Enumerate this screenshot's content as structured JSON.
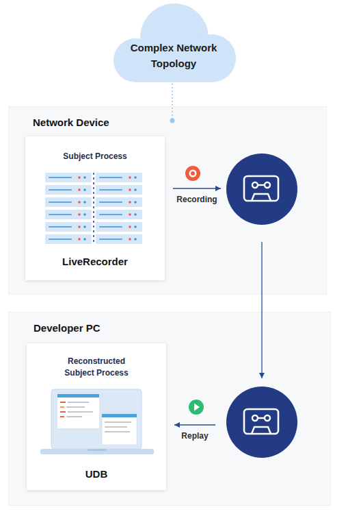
{
  "diagram": {
    "nodes": [
      {
        "text": [
          "Complex Network Topology"
        ]
      },
      {
        "text": [
          "Network Device"
        ]
      },
      {
        "text": [
          "Subject Process",
          "LiveRecorder"
        ],
        "in": 1
      },
      {
        "text": [],
        "in": 1
      },
      {
        "text": [
          "Developer PC"
        ]
      },
      {
        "text": [
          "Reconstructed Subject Process",
          "UDB"
        ],
        "in": 4
      },
      {
        "text": [],
        "in": 4
      }
    ],
    "edges": [
      {
        "from": 0,
        "to": 1,
        "arrow": "none"
      },
      {
        "from": 2,
        "to": 3,
        "label": "Recording",
        "arrow": "to"
      },
      {
        "from": 3,
        "to": 6,
        "arrow": "to"
      },
      {
        "from": 6,
        "to": 5,
        "label": "Replay",
        "arrow": "to"
      }
    ]
  }
}
